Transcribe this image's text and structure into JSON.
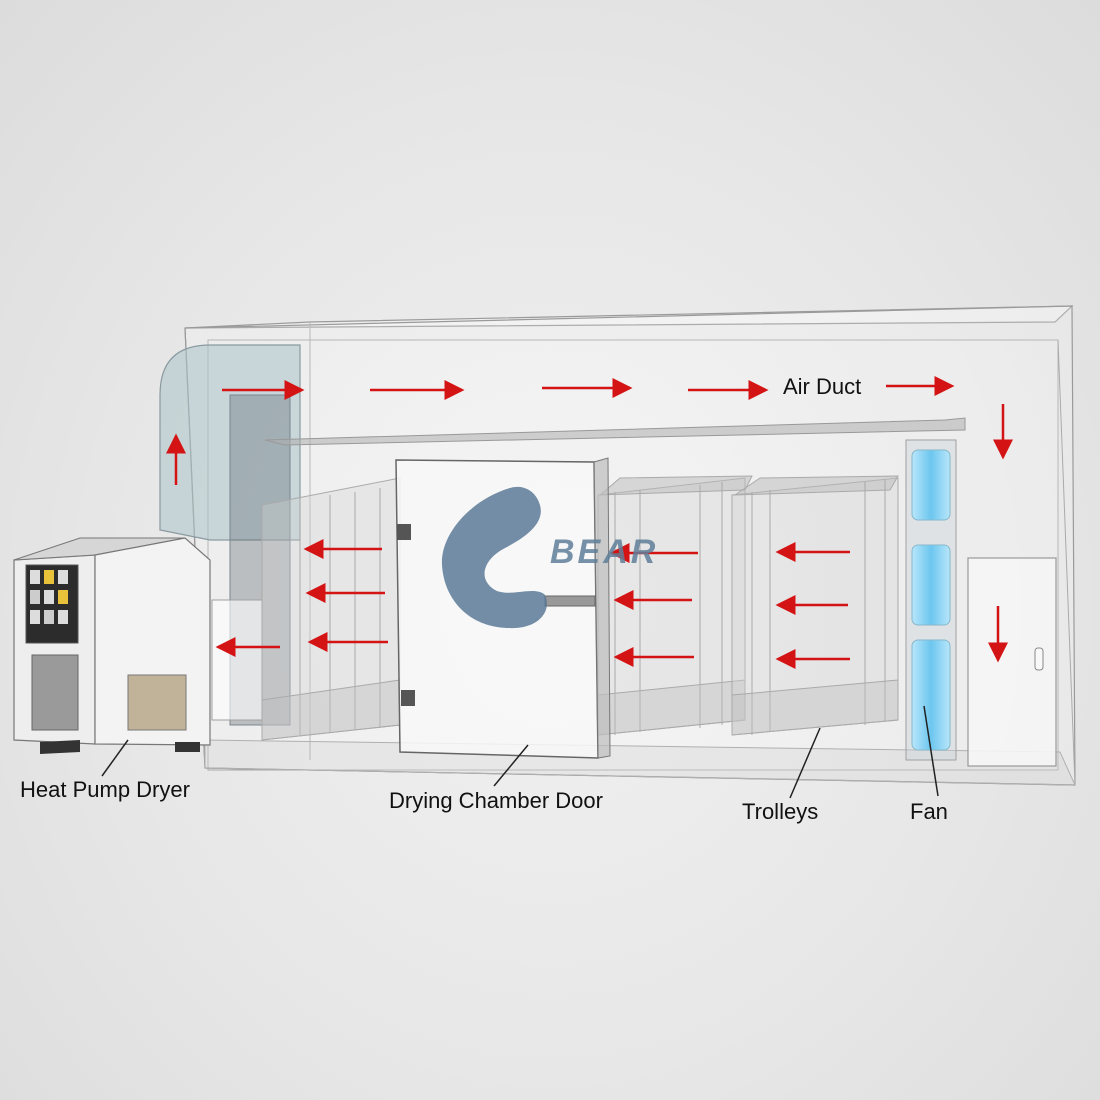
{
  "labels": {
    "air_duct": "Air Duct",
    "heat_pump_dryer": "Heat Pump Dryer",
    "drying_chamber_door": "Drying Chamber Door",
    "trolleys": "Trolleys",
    "fan": "Fan"
  },
  "logo": {
    "text": "BEAR"
  },
  "colors": {
    "airflow_arrow": "#d41414",
    "chamber_stroke": "#9a9a9a",
    "logo": "#5f7f99",
    "fan_blue": "#7fd0f2"
  }
}
